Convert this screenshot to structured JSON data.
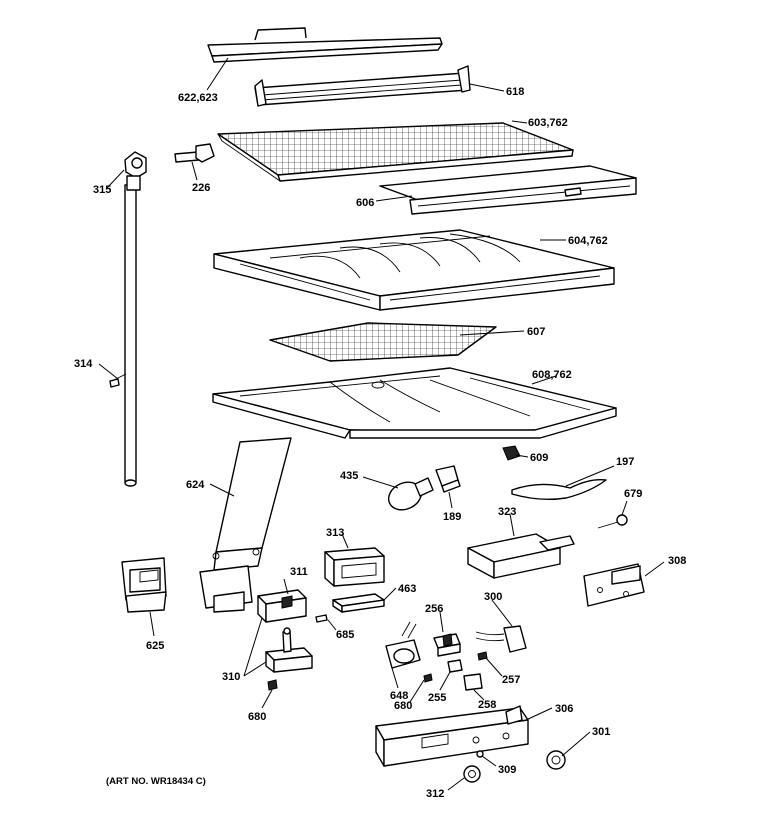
{
  "diagram": {
    "art_number": "(ART NO. WR18434 C)",
    "callouts": [
      {
        "id": "c622",
        "text": "622,623"
      },
      {
        "id": "c618",
        "text": "618"
      },
      {
        "id": "c603",
        "text": "603,762"
      },
      {
        "id": "c315",
        "text": "315"
      },
      {
        "id": "c226",
        "text": "226"
      },
      {
        "id": "c606",
        "text": "606"
      },
      {
        "id": "c604",
        "text": "604,762"
      },
      {
        "id": "c607",
        "text": "607"
      },
      {
        "id": "c314",
        "text": "314"
      },
      {
        "id": "c608",
        "text": "608,762"
      },
      {
        "id": "c609",
        "text": "609"
      },
      {
        "id": "c197",
        "text": "197"
      },
      {
        "id": "c624",
        "text": "624"
      },
      {
        "id": "c435",
        "text": "435"
      },
      {
        "id": "c189",
        "text": "189"
      },
      {
        "id": "c679",
        "text": "679"
      },
      {
        "id": "c323",
        "text": "323"
      },
      {
        "id": "c313",
        "text": "313"
      },
      {
        "id": "c308",
        "text": "308"
      },
      {
        "id": "c311",
        "text": "311"
      },
      {
        "id": "c463",
        "text": "463"
      },
      {
        "id": "c256",
        "text": "256"
      },
      {
        "id": "c300",
        "text": "300"
      },
      {
        "id": "c685",
        "text": "685"
      },
      {
        "id": "c625",
        "text": "625"
      },
      {
        "id": "c310",
        "text": "310"
      },
      {
        "id": "c648",
        "text": "648"
      },
      {
        "id": "c680a",
        "text": "680"
      },
      {
        "id": "c255",
        "text": "255"
      },
      {
        "id": "c257",
        "text": "257"
      },
      {
        "id": "c258",
        "text": "258"
      },
      {
        "id": "c680b",
        "text": "680"
      },
      {
        "id": "c306",
        "text": "306"
      },
      {
        "id": "c301",
        "text": "301"
      },
      {
        "id": "c309",
        "text": "309"
      },
      {
        "id": "c312",
        "text": "312"
      }
    ]
  }
}
